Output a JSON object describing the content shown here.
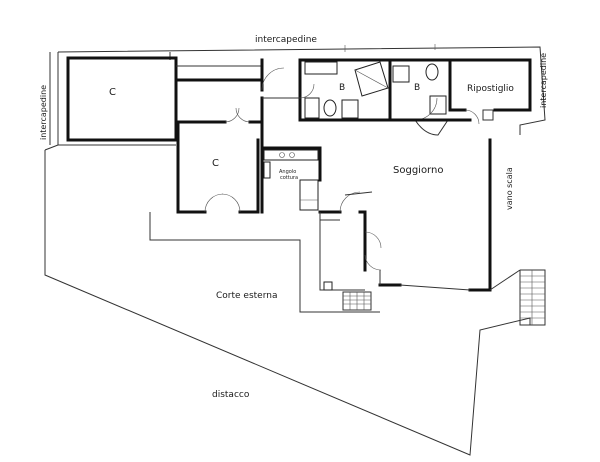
{
  "plan": {
    "labels": {
      "intercapedine_top": "intercapedine",
      "intercapedine_left": "intercapedine",
      "intercapedine_right": "intercapedine",
      "room_c_left": "C",
      "room_c_center": "C",
      "bath_1": "B",
      "bath_2": "B",
      "ripostiglio": "Ripostiglio",
      "soggiorno": "Soggiorno",
      "angolo_cottura_line1": "Angolo",
      "angolo_cottura_line2": "cottura",
      "vano_scala": "vano scala",
      "corte_esterna": "Corte esterna",
      "distacco": "distacco"
    }
  }
}
